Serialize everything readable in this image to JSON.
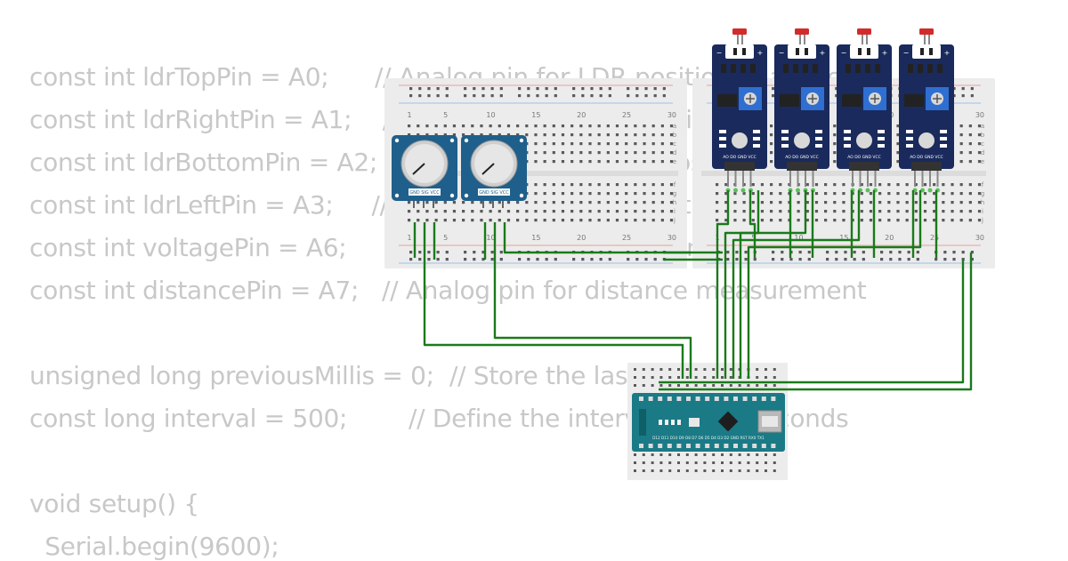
{
  "code_lines": [
    "const int ldrTopPin = A0;      // Analog pin for LDR positioned at the top",
    "const int ldrRightPin = A1;    // Analog pin for LDR positioned at the right",
    "const int ldrBottomPin = A2;   // Analog pin for LDR positioned at the bottom",
    "const int ldrLeftPin = A3;     // Analog pin for LDR positioned at the left",
    "const int voltagePin = A6;     // Analog pin for voltage measurement",
    "const int distancePin = A7;   // Analog pin for distance measurement",
    "",
    "unsigned long previousMillis = 0;  // Store the last time",
    "const long interval = 500;        // Define the interval in milliseconds",
    "",
    "void setup() {",
    "  Serial.begin(9600);"
  ],
  "breadboard": {
    "column_labels": [
      "1",
      "5",
      "10",
      "15",
      "20",
      "25",
      "30"
    ],
    "row_letters_top": [
      "a",
      "b",
      "c",
      "d",
      "e"
    ],
    "row_letters_bottom": [
      "f",
      "g",
      "h",
      "i",
      "j"
    ]
  },
  "potentiometer": {
    "pin_labels": "GND  SIG  VCC"
  },
  "ldr_module": {
    "pin_labels": "AO  DO  GND  VCC"
  },
  "arduino": {
    "pin_labels": "D12 D11 D10 D9 D8 D7 D6 D5 D4 D3 D2 GND RST RX0 TX1"
  },
  "colors": {
    "wire": "#1a7a1a",
    "module_board": "#1a2a5c",
    "pot_board": "#1f5f8b",
    "arduino_board": "#1a7a86",
    "code_text": "#c8c8c8",
    "breadboard": "#ececec"
  }
}
